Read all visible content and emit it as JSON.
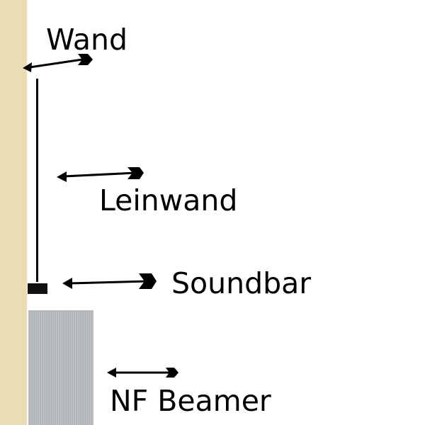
{
  "labels": {
    "wall": "Wand",
    "screen": "Leinwand",
    "soundbar": "Soundbar",
    "projector": "NF Beamer"
  },
  "colors": {
    "wall": "#ecdcb6",
    "beamer_cabinet": "#b7bac0",
    "ink": "#000000"
  },
  "icons": [
    "arrow-left-icon"
  ]
}
